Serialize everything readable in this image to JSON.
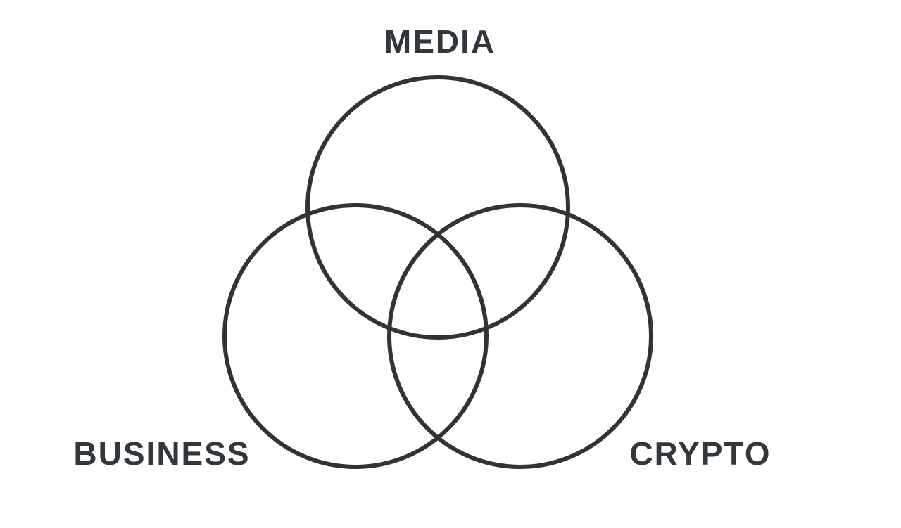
{
  "background_color": "#ffffff",
  "diagram": {
    "type": "venn",
    "stroke_color": "#333333",
    "stroke_width": "6",
    "label_color": "#32373c",
    "sets": [
      {
        "id": "media",
        "label": "MEDIA",
        "position": "top"
      },
      {
        "id": "business",
        "label": "BUSINESS",
        "position": "bottom-left"
      },
      {
        "id": "crypto",
        "label": "CRYPTO",
        "position": "bottom-right"
      }
    ]
  }
}
